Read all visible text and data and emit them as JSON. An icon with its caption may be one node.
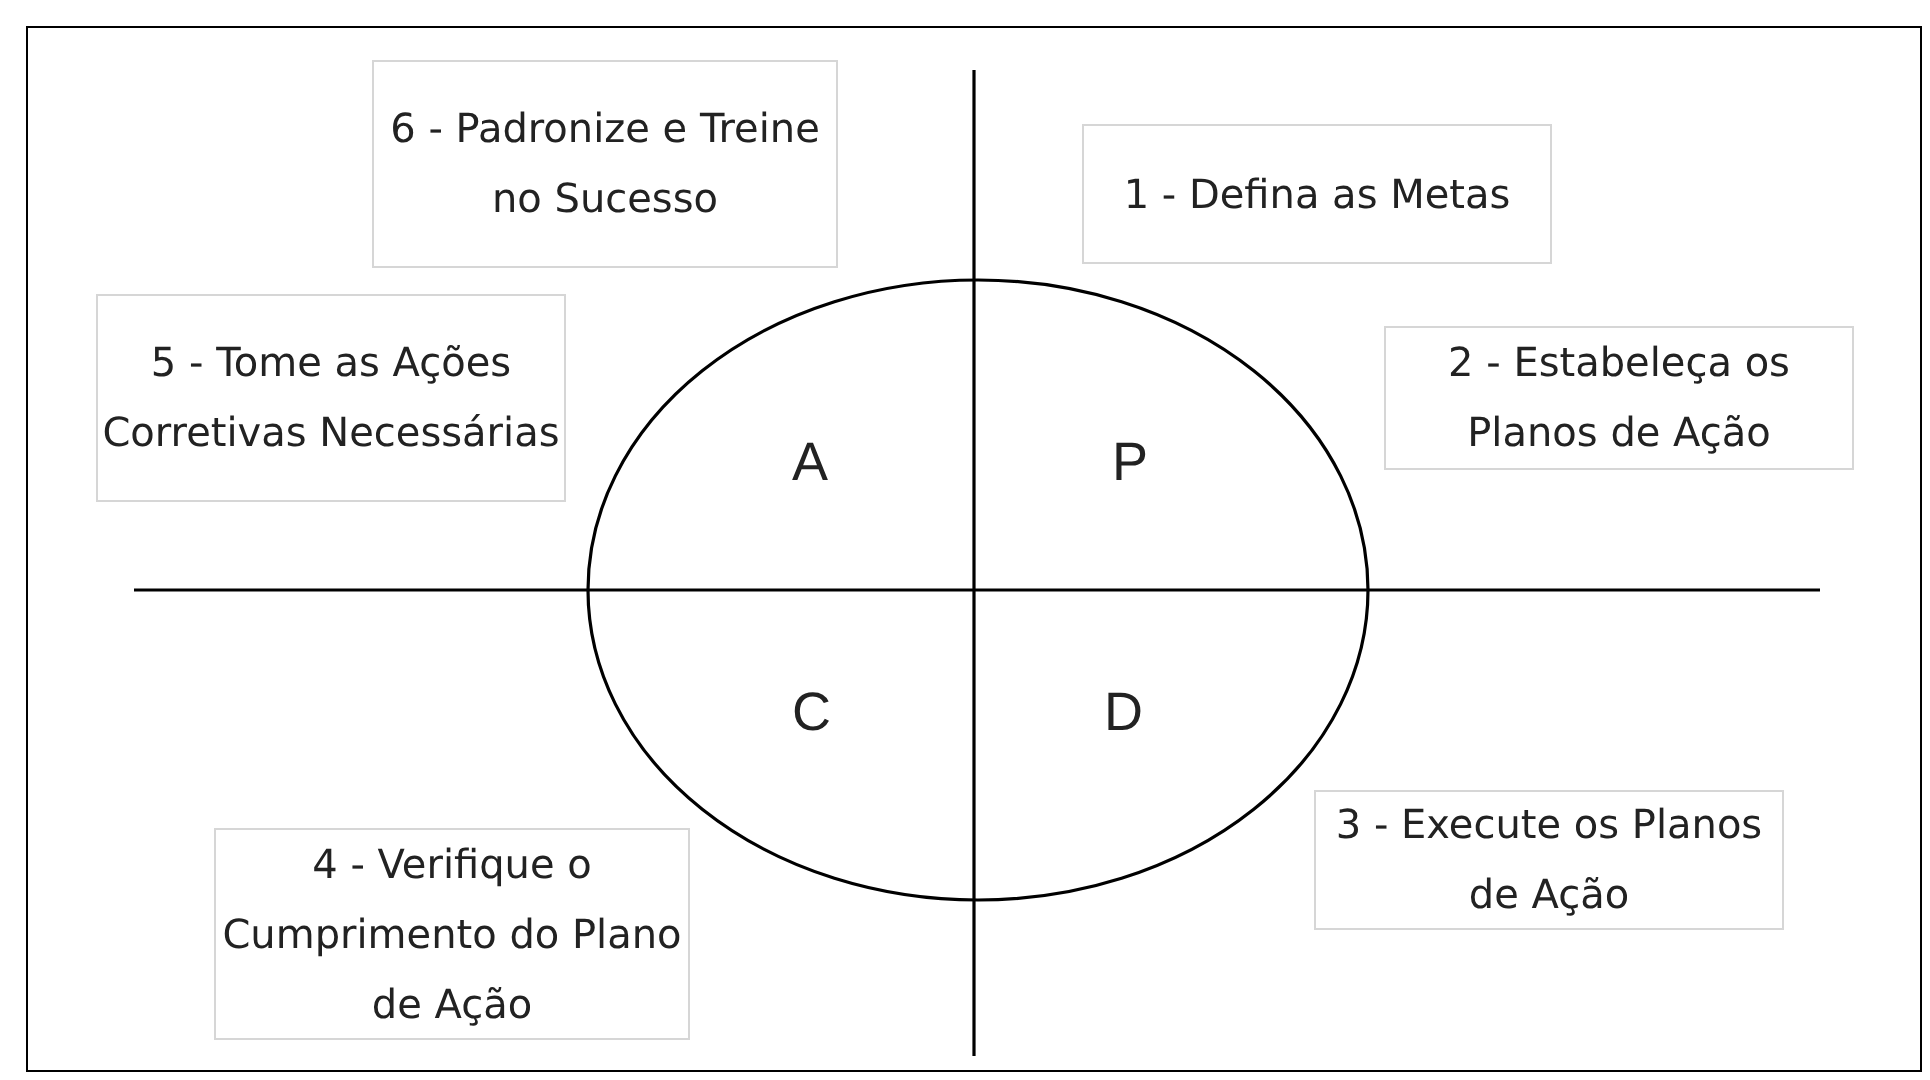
{
  "diagram": {
    "nodes": [
      {
        "text": [
          "6 - Padronize e Treine no Sucesso"
        ]
      },
      {
        "text": [
          "1 - Defina as Metas"
        ]
      },
      {
        "text": [
          "5 - Tome as Ações Corretivas Necessárias"
        ]
      },
      {
        "text": [
          "2 - Estabeleça os Planos de Ação"
        ]
      },
      {
        "text": [
          "3 - Execute os Planos de Ação"
        ]
      },
      {
        "text": [
          "4 - Verifique o Cumprimento do Plano de Ação"
        ]
      }
    ],
    "edges": [],
    "labels": [
      "A",
      "P",
      "C",
      "D"
    ]
  }
}
